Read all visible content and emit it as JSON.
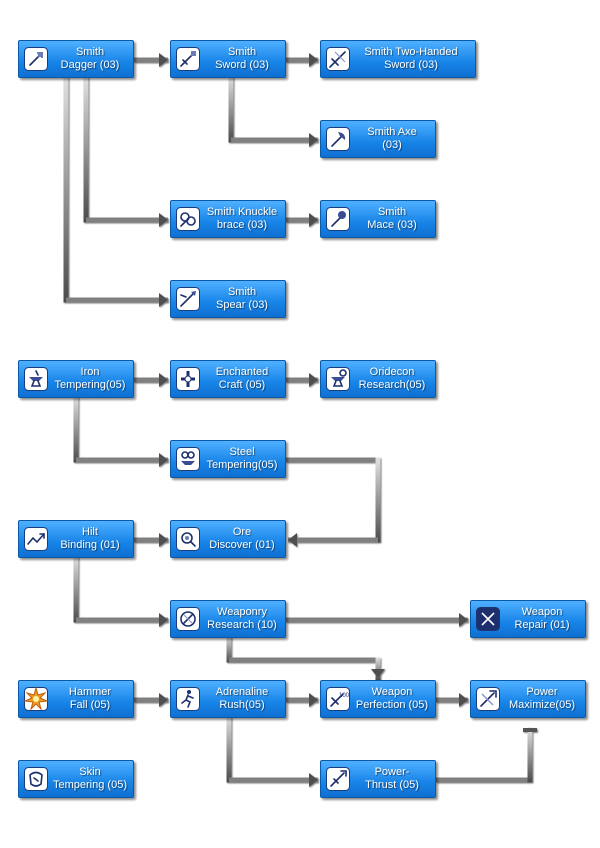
{
  "skills": [
    {
      "id": "smith_dagger",
      "label": "Smith\nDagger (03)",
      "icon": "dagger-icon"
    },
    {
      "id": "smith_sword",
      "label": "Smith\nSword (03)",
      "icon": "sword-icon"
    },
    {
      "id": "smith_two_handed_sword",
      "label": "Smith Two-Handed\nSword (03)",
      "icon": "two-handed-sword-icon"
    },
    {
      "id": "smith_axe",
      "label": "Smith Axe\n(03)",
      "icon": "axe-icon"
    },
    {
      "id": "smith_knucklebrace",
      "label": "Smith Knuckle\nbrace (03)",
      "icon": "knuckle-icon"
    },
    {
      "id": "smith_mace",
      "label": "Smith\nMace (03)",
      "icon": "mace-icon"
    },
    {
      "id": "smith_spear",
      "label": "Smith\nSpear (03)",
      "icon": "spear-icon"
    },
    {
      "id": "iron_tempering",
      "label": "Iron\nTempering(05)",
      "icon": "anvil-icon"
    },
    {
      "id": "enchanted_craft",
      "label": "Enchanted\nCraft (05)",
      "icon": "cross-icon"
    },
    {
      "id": "oridecon_research",
      "label": "Oridecon\nResearch(05)",
      "icon": "oridecon-icon"
    },
    {
      "id": "steel_tempering",
      "label": "Steel\nTempering(05)",
      "icon": "steel-icon"
    },
    {
      "id": "hilt_binding",
      "label": "Hilt\nBinding (01)",
      "icon": "hilt-icon"
    },
    {
      "id": "ore_discover",
      "label": "Ore\nDiscover (01)",
      "icon": "magnifier-icon"
    },
    {
      "id": "weaponry_research",
      "label": "Weaponry\nResearch (10)",
      "icon": "weaponry-icon"
    },
    {
      "id": "weapon_repair",
      "label": "Weapon\nRepair (01)",
      "icon": "repair-icon"
    },
    {
      "id": "hammer_fall",
      "label": "Hammer\nFall (05)",
      "icon": "hammer-burst-icon"
    },
    {
      "id": "adrenaline_rush",
      "label": "Adrenaline\nRush(05)",
      "icon": "runner-icon"
    },
    {
      "id": "weapon_perfection",
      "label": "Weapon\nPerfection (05)",
      "icon": "perfection-icon"
    },
    {
      "id": "power_maximize",
      "label": "Power\nMaximize(05)",
      "icon": "power-icon"
    },
    {
      "id": "skin_tempering",
      "label": "Skin\nTempering (05)",
      "icon": "skin-icon"
    },
    {
      "id": "power_thrust",
      "label": "Power-\nThrust (05)",
      "icon": "thrust-icon"
    }
  ],
  "edges": [
    [
      "smith_dagger",
      "smith_sword"
    ],
    [
      "smith_sword",
      "smith_two_handed_sword"
    ],
    [
      "smith_sword",
      "smith_axe"
    ],
    [
      "smith_dagger",
      "smith_knucklebrace"
    ],
    [
      "smith_knucklebrace",
      "smith_mace"
    ],
    [
      "smith_dagger",
      "smith_spear"
    ],
    [
      "iron_tempering",
      "enchanted_craft"
    ],
    [
      "enchanted_craft",
      "oridecon_research"
    ],
    [
      "iron_tempering",
      "steel_tempering"
    ],
    [
      "steel_tempering",
      "ore_discover"
    ],
    [
      "hilt_binding",
      "ore_discover"
    ],
    [
      "hilt_binding",
      "weaponry_research"
    ],
    [
      "weaponry_research",
      "weapon_repair"
    ],
    [
      "weaponry_research",
      "weapon_perfection"
    ],
    [
      "hammer_fall",
      "adrenaline_rush"
    ],
    [
      "adrenaline_rush",
      "weapon_perfection"
    ],
    [
      "weapon_perfection",
      "power_maximize"
    ],
    [
      "adrenaline_rush",
      "power_thrust"
    ],
    [
      "power_thrust",
      "power_maximize"
    ]
  ]
}
